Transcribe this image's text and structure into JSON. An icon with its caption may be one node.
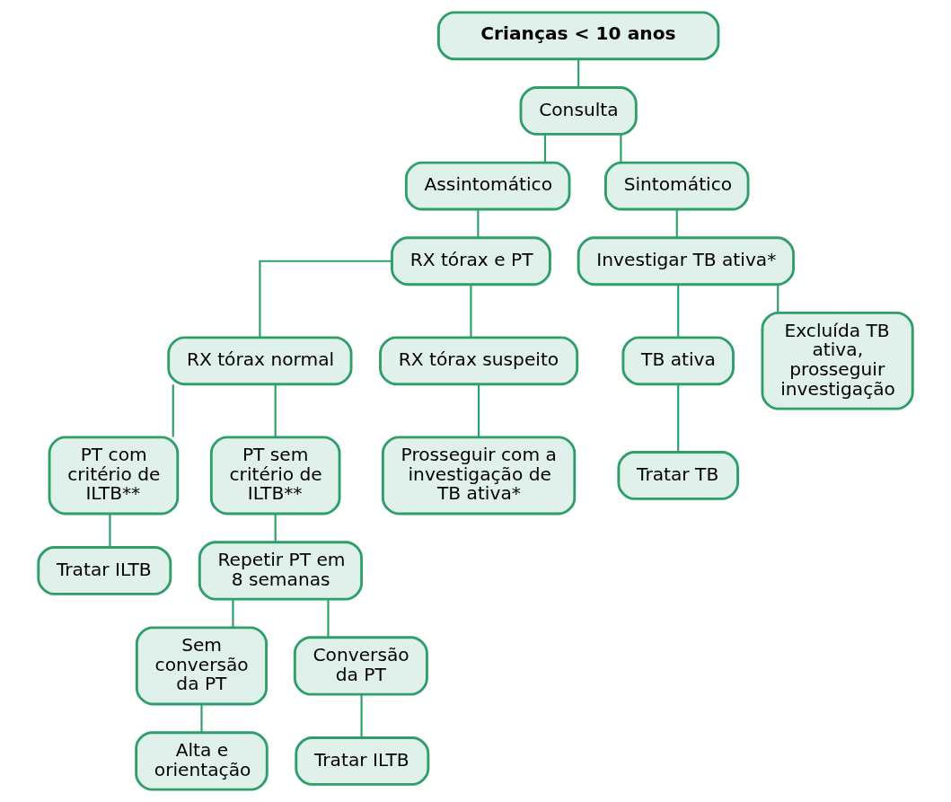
{
  "diagram": {
    "nodes": [
      {
        "text": [
          "Crianças < 10 anos"
        ]
      },
      {
        "text": [
          "Consulta"
        ]
      },
      {
        "text": [
          "Assintomático"
        ]
      },
      {
        "text": [
          "Sintomático"
        ]
      },
      {
        "text": [
          "RX tórax e PT"
        ]
      },
      {
        "text": [
          "Investigar TB ativa*"
        ]
      },
      {
        "text": [
          "RX tórax normal"
        ]
      },
      {
        "text": [
          "RX tórax suspeito"
        ]
      },
      {
        "text": [
          "TB ativa"
        ]
      },
      {
        "text": [
          "Excluída TB ativa, prosseguir investigação"
        ]
      },
      {
        "text": [
          "PT com critério de ILTB**"
        ]
      },
      {
        "text": [
          "PT sem critério de ILTB**"
        ]
      },
      {
        "text": [
          "Prosseguir com a investigação de TB ativa*"
        ]
      },
      {
        "text": [
          "Tratar TB"
        ]
      },
      {
        "text": [
          "Tratar ILTB"
        ]
      },
      {
        "text": [
          "Repetir PT em 8 semanas"
        ]
      },
      {
        "text": [
          "Sem conversão da PT"
        ]
      },
      {
        "text": [
          "Conversão da PT"
        ]
      },
      {
        "text": [
          "Alta e orientação"
        ]
      },
      {
        "text": [
          "Tratar ILTB"
        ]
      }
    ],
    "edges": [
      {
        "from": 0,
        "to": 1,
        "arrow": "none"
      },
      {
        "from": 1,
        "to": 2,
        "arrow": "none"
      },
      {
        "from": 1,
        "to": 3,
        "arrow": "none"
      },
      {
        "from": 2,
        "to": 4,
        "arrow": "none"
      },
      {
        "from": 3,
        "to": 5,
        "arrow": "none"
      },
      {
        "from": 4,
        "to": 6,
        "arrow": "none"
      },
      {
        "from": 4,
        "to": 7,
        "arrow": "none"
      },
      {
        "from": 5,
        "to": 8,
        "arrow": "none"
      },
      {
        "from": 5,
        "to": 9,
        "arrow": "none"
      },
      {
        "from": 6,
        "to": 10,
        "arrow": "none"
      },
      {
        "from": 6,
        "to": 11,
        "arrow": "none"
      },
      {
        "from": 7,
        "to": 12,
        "arrow": "none"
      },
      {
        "from": 8,
        "to": 13,
        "arrow": "none"
      },
      {
        "from": 10,
        "to": 14,
        "arrow": "none"
      },
      {
        "from": 11,
        "to": 15,
        "arrow": "none"
      },
      {
        "from": 15,
        "to": 16,
        "arrow": "none"
      },
      {
        "from": 15,
        "to": 17,
        "arrow": "none"
      },
      {
        "from": 16,
        "to": 18,
        "arrow": "none"
      },
      {
        "from": 17,
        "to": 19,
        "arrow": "none"
      }
    ]
  }
}
